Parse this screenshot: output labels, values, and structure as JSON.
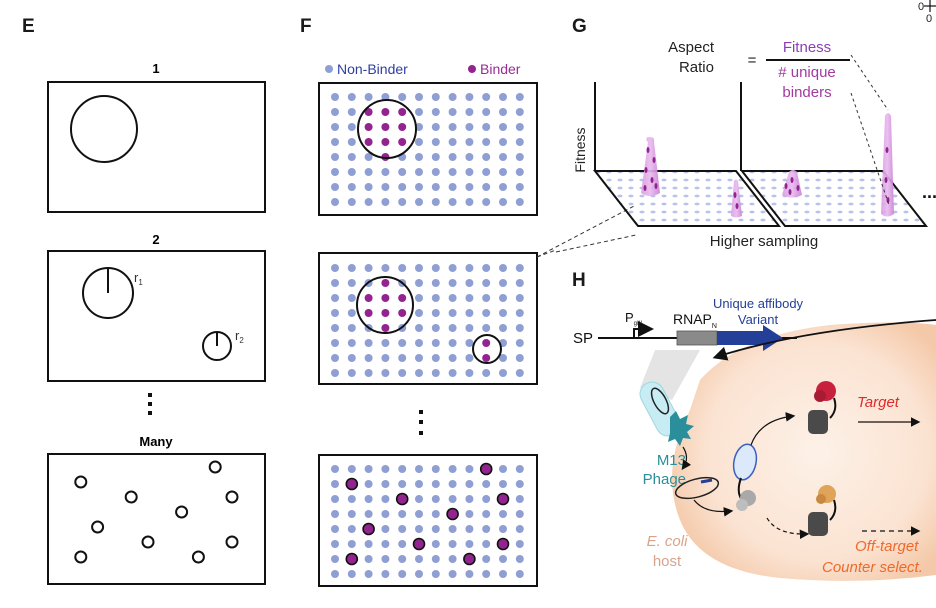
{
  "panels": {
    "E": {
      "letter": "E",
      "titles": [
        "1",
        "2",
        "Many"
      ],
      "radius_labels": {
        "r1": "r",
        "r1_sub": "1",
        "r2": "r",
        "r2_sub": "2"
      },
      "ellipsis": "⋮"
    },
    "F": {
      "letter": "F",
      "legend": {
        "non_binder": "Non-Binder",
        "binder": "Binder"
      },
      "ellipsis": "⋮",
      "grid": {
        "cols": 12,
        "rows": 8
      },
      "panel1_binders": [
        [
          2,
          1
        ],
        [
          3,
          1
        ],
        [
          4,
          1
        ],
        [
          2,
          2
        ],
        [
          3,
          2
        ],
        [
          4,
          2
        ],
        [
          2,
          3
        ],
        [
          3,
          3
        ],
        [
          4,
          3
        ],
        [
          3,
          4
        ]
      ],
      "panel2_binders": [
        [
          3,
          1
        ],
        [
          2,
          2
        ],
        [
          3,
          2
        ],
        [
          4,
          2
        ],
        [
          2,
          3
        ],
        [
          3,
          3
        ],
        [
          4,
          3
        ],
        [
          3,
          4
        ],
        [
          9,
          5
        ],
        [
          9,
          6
        ]
      ],
      "panel3_binders": [
        [
          9,
          0
        ],
        [
          1,
          1
        ],
        [
          4,
          2
        ],
        [
          10,
          2
        ],
        [
          7,
          3
        ],
        [
          2,
          4
        ],
        [
          5,
          5
        ],
        [
          10,
          5
        ],
        [
          1,
          6
        ],
        [
          8,
          6
        ]
      ]
    },
    "G": {
      "letter": "G",
      "aspect_label_line1": "Aspect",
      "aspect_label_line2": "Ratio",
      "equals": "=",
      "numerator": "Fitness",
      "denominator_line1": "# unique",
      "denominator_line2": "binders",
      "y_axis_label": "Fitness",
      "x_axis_label": "Higher sampling",
      "ellipsis": "..."
    },
    "H": {
      "letter": "H",
      "sp": "SP",
      "promoter": "P",
      "promoter_sub": "gIII",
      "rnap": "RNAP",
      "rnap_sub": "N",
      "variant_line1": "Unique affibody",
      "variant_line2": "Variant",
      "phage_line1": "M13",
      "phage_line2": "Phage",
      "host_line1": "E. coli",
      "host_line2": "host",
      "target": "Target",
      "offtarget_line1": "Off-target",
      "offtarget_line2": "Counter select."
    },
    "corner_axis": {
      "y_zero": "0",
      "x_zero": "0"
    }
  },
  "colors": {
    "non_binder": "#8f9fd3",
    "binder": "#93248f",
    "legend_text_non_binder": "#2f3fa0",
    "legend_text_binder": "#9a2c93",
    "fitness_text": "#8a3fb5",
    "unique_text": "#a23aa0",
    "variant_blue": "#233f98",
    "phage_teal": "#2a8f9a",
    "host_text": "#d7a48b",
    "target_red": "#e02a2a",
    "offtarget_orange": "#ee6a2c",
    "host_fill": "#fbe3d2"
  }
}
